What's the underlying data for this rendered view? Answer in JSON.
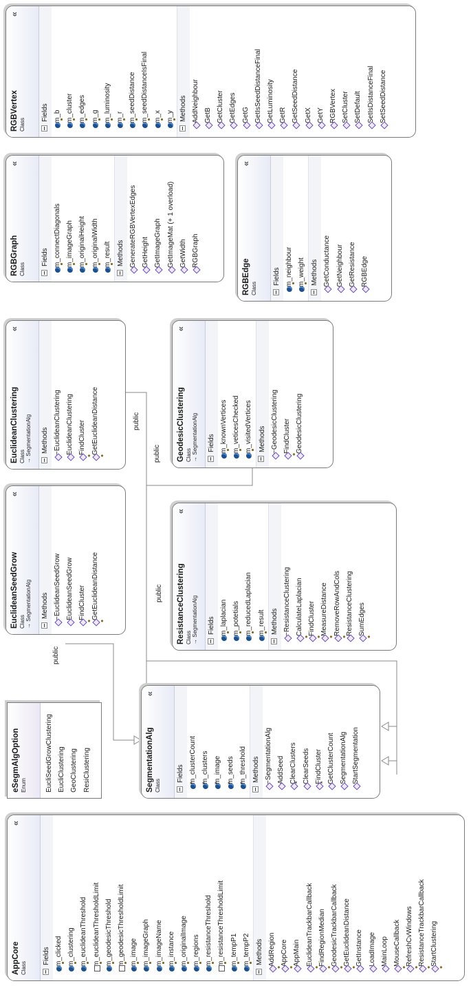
{
  "relationship_label": "public",
  "classes": [
    {
      "name": "RGBVertex",
      "stereotype": "Class",
      "fields_label": "Fields",
      "fields": [
        "m_b",
        "m_cluster",
        "m_edges",
        "m_g",
        "m_luminosity",
        "m_r",
        "m_seedDistance",
        "m_seedDistanceIsFinal",
        "m_x",
        "m_y"
      ],
      "methods_label": "Methods",
      "methods": [
        "AddNeighbour",
        "GetB",
        "GetCluster",
        "GetEdges",
        "GetG",
        "GetIsSeedDistanceFinal",
        "GetLuminosity",
        "GetR",
        "GetSeedDistance",
        "GetX",
        "GetY",
        "RGBVertex",
        "SetCluster",
        "SetDefault",
        "SetIsDistanceFinal",
        "SetSeedDistance"
      ]
    },
    {
      "name": "RGBGraph",
      "stereotype": "Class",
      "fields_label": "Fields",
      "fields": [
        "m_connectDiagonals",
        "m_imageGraph",
        "m_originalHeight",
        "m_originalWidth",
        "m_result"
      ],
      "methods_label": "Methods",
      "methods": [
        "GenerateRGBVertexEdges",
        "GetHeight",
        "GetImageGraph",
        "GetImageMat (+ 1 overload)",
        "GetWidth",
        "RGBGraph"
      ]
    },
    {
      "name": "RGBEdge",
      "stereotype": "Class",
      "fields_label": "Fields",
      "fields": [
        "m_neighbour",
        "m_weight"
      ],
      "methods_label": "Methods",
      "methods": [
        "GetConductance",
        "GetNeighbour",
        "GetResistance",
        "RGBEdge"
      ]
    },
    {
      "name": "EuclideanClustering",
      "stereotype": "Class",
      "base": "SegmentationAlg",
      "methods_label": "Methods",
      "methods": [
        "~EuclideanClustering",
        "EuclideanClustering",
        "FindCluster",
        "GetEuclideanDistance"
      ]
    },
    {
      "name": "GeodesicClustering",
      "stereotype": "Class",
      "base": "SegmentationAlg",
      "fields_label": "Fields",
      "fields": [
        "m_knownVertices",
        "m_veticesChecked",
        "m_visitedVertices"
      ],
      "methods_label": "Methods",
      "methods": [
        "~GeodesicClustering",
        "FindCluster",
        "GeodesicClustering"
      ]
    },
    {
      "name": "EuclideanSeedGrow",
      "stereotype": "Class",
      "base": "SegmentationAlg",
      "methods_label": "Methods",
      "methods": [
        "~EuclideanSeedGrow",
        "EuclideanSeedGrow",
        "FindCluster",
        "GetEuclideanDistance"
      ]
    },
    {
      "name": "ResistanceClustering",
      "stereotype": "Class",
      "base": "SegmentationAlg",
      "fields_label": "Fields",
      "fields": [
        "m_laplacian",
        "m_potetials",
        "m_reducedLaplacian",
        "m_result"
      ],
      "methods_label": "Methods",
      "methods": [
        "~ResistanceClustering",
        "CalculateLaplacian",
        "FindCluster",
        "MeasureDistance",
        "RemoveRowAndCols",
        "ResistanceClustering",
        "SumEdges"
      ]
    },
    {
      "name": "eSegmAlgOption",
      "stereotype": "Enum",
      "values": [
        "EucliSeedGrowClustering",
        "EucliClustering",
        "GeoClustering",
        "ResiClustering"
      ]
    },
    {
      "name": "SegmentationAlg",
      "stereotype": "Class",
      "fields_label": "Fields",
      "fields": [
        "m_clusterCount",
        "m_clusters",
        "m_image",
        "m_seeds",
        "m_threshold"
      ],
      "methods_label": "Methods",
      "methods": [
        "~SegmentationAlg",
        "AddSeed",
        "ClearClusters",
        "ClearSeeds",
        "FindCluster",
        "GetClusterCount",
        "SegmentationAlg",
        "StartSegmentation"
      ]
    },
    {
      "name": "AppCore",
      "stereotype": "Class",
      "fields_label": "Fields",
      "fields": [
        "m_clicked",
        "m_clustering",
        "m_euclideanThreshold",
        "m_euclideanThresholdLimit",
        "m_geodesicThreshold",
        "m_geodesicThresholdLimit",
        "m_image",
        "m_imageGraph",
        "m_imageName",
        "m_instance",
        "m_originalImage",
        "m_regions",
        "m_resistanceThreshold",
        "m_resistanceThresholdLimit",
        "m_tempP1",
        "m_tempP2"
      ],
      "methods_label": "Methods",
      "methods": [
        "AddRegion",
        "AppCore",
        "AppMain",
        "EuclideanTrackbarCallback",
        "FindRegionMedian",
        "GeodesicTrackbarCallback",
        "GetEuclideanDistance",
        "GetInstance",
        "LoadImage",
        "MainLoop",
        "MouseCallback",
        "RefreshCvWindows",
        "ResistanceTrackbarCallback",
        "StartClustering"
      ]
    }
  ]
}
